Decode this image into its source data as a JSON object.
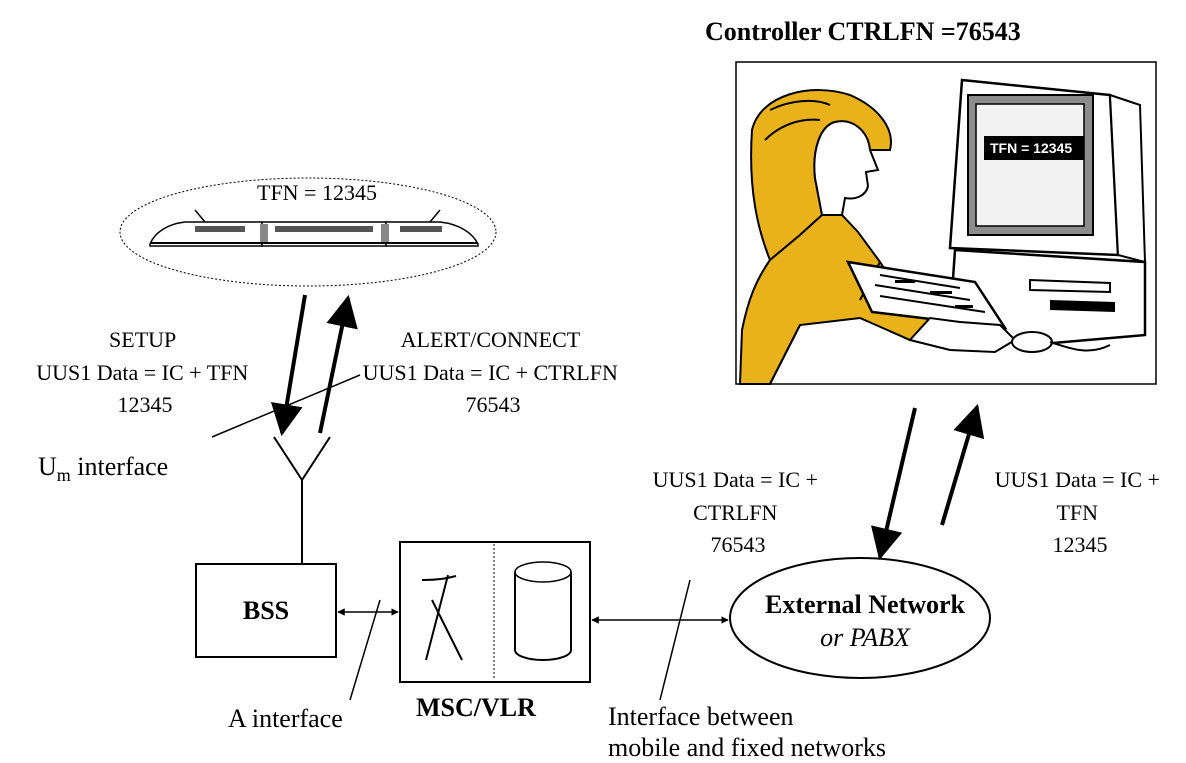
{
  "controller": {
    "title": "Controller CTRLFN =76543",
    "screen_text": "TFN = 12345"
  },
  "train": {
    "label": "TFN = 12345"
  },
  "setup": {
    "line1": "SETUP",
    "line2": "UUS1 Data = IC + TFN",
    "line3": "12345"
  },
  "alert": {
    "line1": "ALERT/CONNECT",
    "line2": "UUS1 Data = IC + CTRLFN",
    "line3": "76543"
  },
  "um": {
    "main": "U",
    "sub": "m",
    "rest": " interface"
  },
  "left_uus": {
    "line1": "UUS1 Data = IC +",
    "line2": "CTRLFN",
    "line3": "76543"
  },
  "right_uus": {
    "line1": "UUS1 Data =  IC +",
    "line2": "TFN",
    "line3": "12345"
  },
  "bss": {
    "label": "BSS"
  },
  "msc": {
    "label": "MSC/VLR"
  },
  "external": {
    "line1": "External Network",
    "line2": "or PABX"
  },
  "a_interface": {
    "label": "A interface"
  },
  "fixed_interface": {
    "line1": "Interface between",
    "line2": "mobile and fixed networks"
  }
}
